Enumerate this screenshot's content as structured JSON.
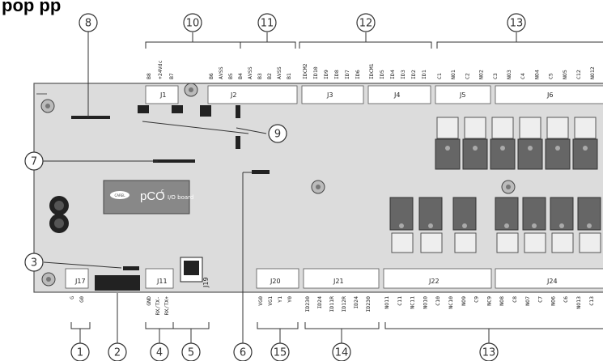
{
  "title_fragment": "pop pp",
  "board_logo_text": "pCO",
  "board_logo_sup": "c",
  "board_logo_sub": "I/O board",
  "carel_badge": "CAREL",
  "connectors": {
    "J1": "J1",
    "J2": "J2",
    "J3": "J3",
    "J4": "J4",
    "J5": "J5",
    "J6": "J6",
    "J17": "J17",
    "J11": "J11",
    "J19": "J19",
    "J20": "J20",
    "J21": "J21",
    "J22": "J22",
    "J24": "J24"
  },
  "top_pins": {
    "g10": [
      "B8",
      "+24Vdc",
      "B7"
    ],
    "g11": [
      "B6",
      "AVSS",
      "B5",
      "B4",
      "AVSS",
      "B3",
      "B2",
      "AVSS",
      "B1"
    ],
    "g12a": [
      "IDCM2",
      "ID10",
      "ID9",
      "ID8",
      "ID7",
      "ID6"
    ],
    "g12b": [
      "IDCM1",
      "ID5",
      "ID4",
      "ID3",
      "ID2",
      "ID1"
    ],
    "g13": [
      "C1",
      "NO1",
      "C2",
      "NO2",
      "C3",
      "NO3",
      "C4",
      "NO4",
      "C5",
      "NO5",
      "C12",
      "NO12"
    ]
  },
  "bottom_pins": {
    "g1": [
      "G",
      "G0"
    ],
    "g4": [
      "GND",
      "RX/TX-",
      "RX/TX+"
    ],
    "g15": [
      "VG0",
      "VG1",
      "Y1",
      "Y0"
    ],
    "g14": [
      "ID230",
      "ID24",
      "ID11R",
      "ID12R",
      "ID24",
      "ID230"
    ],
    "g13b": [
      "NO11",
      "C11",
      "NC11",
      "NO10",
      "C10",
      "NC10",
      "NO9",
      "C9",
      "NC9",
      "NO8",
      "C8",
      "NO7",
      "C7",
      "NO6",
      "C6",
      "NO13",
      "C13"
    ]
  },
  "callouts": [
    "1",
    "2",
    "3",
    "4",
    "5",
    "6",
    "7",
    "8",
    "9",
    "10",
    "11",
    "12",
    "13",
    "13",
    "14",
    "15"
  ]
}
